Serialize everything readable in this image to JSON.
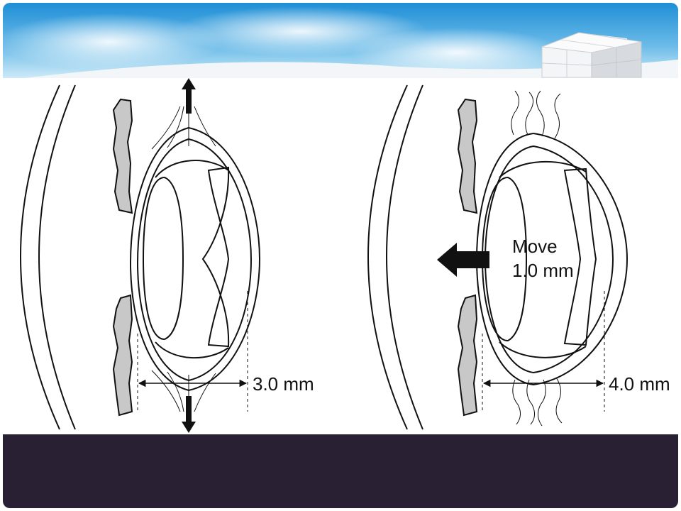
{
  "diagram": {
    "left_panel": {
      "width_label": "3.0 mm"
    },
    "right_panel": {
      "move_label_line1": "Move",
      "move_label_line2": "1.0 mm",
      "width_label": "4.0 mm"
    }
  },
  "colors": {
    "sky_top": "#1f8fd6",
    "sky_light": "#cfeaf8",
    "footer": "#2a2033",
    "iris_fill": "#c8c8c8",
    "line": "#111111"
  },
  "icons": {
    "corner_decoration": "cube-stack-icon"
  }
}
